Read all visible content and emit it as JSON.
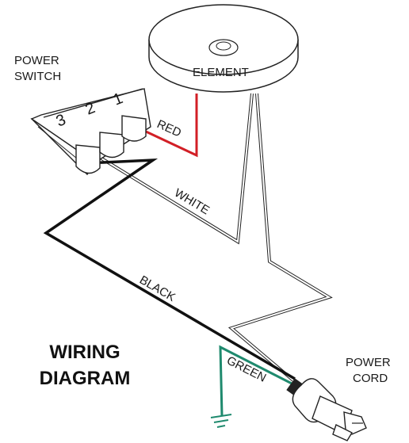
{
  "title": {
    "line1": "WIRING",
    "line2": "DIAGRAM"
  },
  "components": {
    "switch": {
      "label_line1": "POWER",
      "label_line2": "SWITCH",
      "terminals": [
        "3",
        "2",
        "1"
      ]
    },
    "element": {
      "label": "ELEMENT"
    },
    "cord": {
      "label_line1": "POWER",
      "label_line2": "CORD"
    }
  },
  "wires": {
    "red": "RED",
    "white": "WHITE",
    "black": "BLACK",
    "green": "GREEN"
  },
  "colors": {
    "red": "#d21f26",
    "green": "#1f8a6e",
    "black": "#111111",
    "white": "#ffffff",
    "outline": "#222222"
  }
}
